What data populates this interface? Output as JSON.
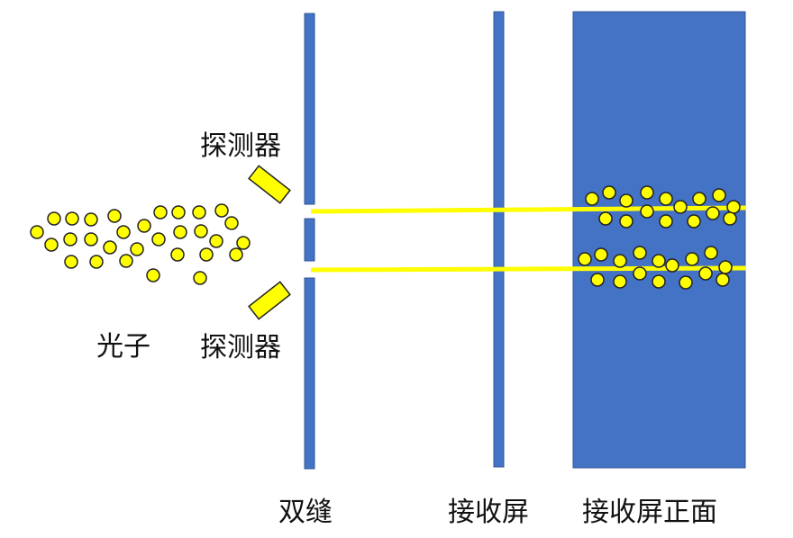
{
  "labels": {
    "photons": "光子",
    "detector_top": "探测器",
    "detector_bottom": "探测器",
    "double_slit": "双缝",
    "screen_side": "接收屏",
    "screen_front": "接收屏正面"
  },
  "colors": {
    "barrier": "#4472c4",
    "barrier_stroke": "#2f5597",
    "photon_fill": "#ffff00",
    "photon_stroke": "#222222",
    "beam": "#ffff00",
    "detector": "#ffff00"
  }
}
